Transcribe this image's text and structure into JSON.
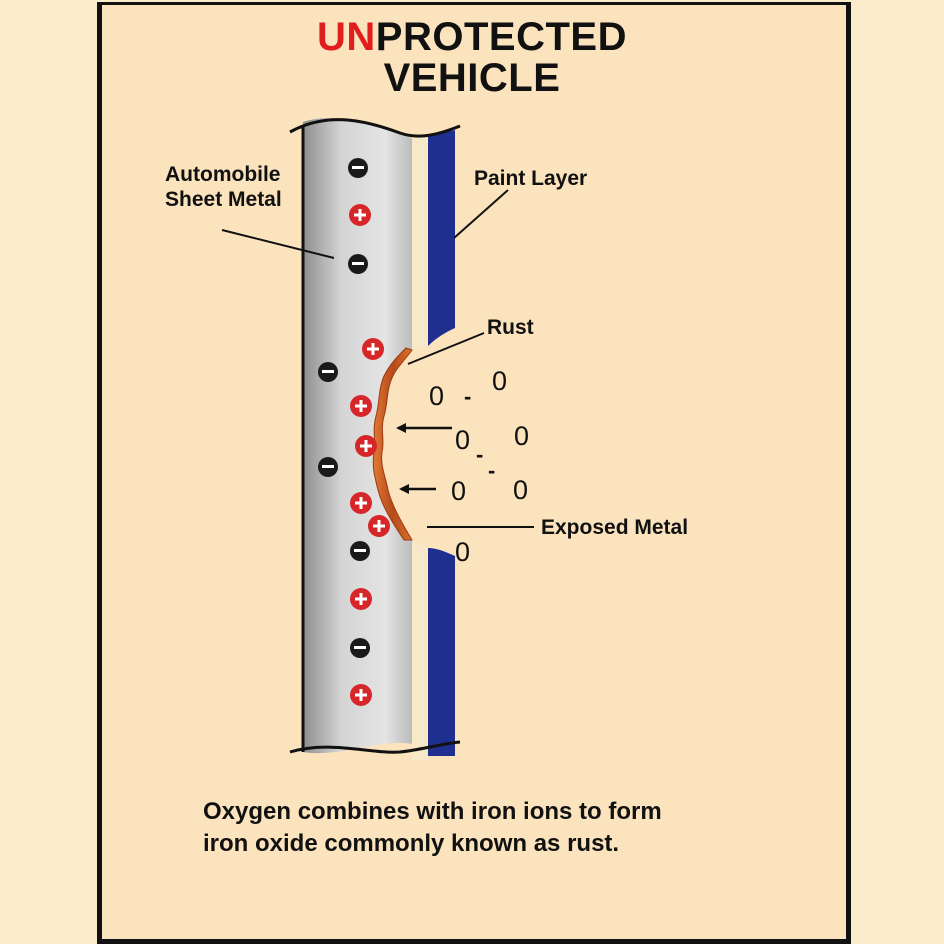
{
  "title": {
    "prefix": "UN",
    "rest": "PROTECTED",
    "line2": "VEHICLE"
  },
  "labels": {
    "sheet_metal_line1": "Automobile",
    "sheet_metal_line2": "Sheet Metal",
    "paint_layer": "Paint Layer",
    "rust": "Rust",
    "exposed_metal": "Exposed Metal"
  },
  "symbols": {
    "oxygen": "0",
    "minus": "-"
  },
  "caption": {
    "line1": "Oxygen combines with iron ions to form",
    "line2": "iron oxide commonly known as rust."
  },
  "colors": {
    "background": "#fbe3bd",
    "metal": "#c9c9c9",
    "paint": "#1f2f8f",
    "primer": "#f7e8c7",
    "rust": "#c4581e",
    "positive_ion": "#d7262a",
    "negative_ion": "#1a1a1a",
    "title_accent": "#e01e1e"
  }
}
